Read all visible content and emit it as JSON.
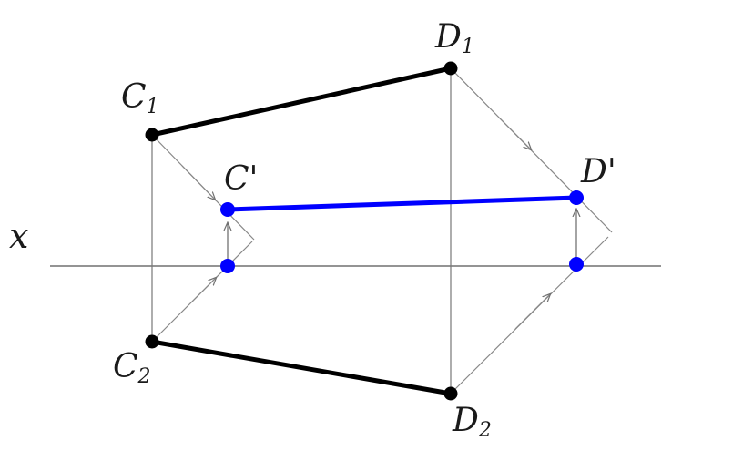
{
  "axis": {
    "label": "x"
  },
  "points": {
    "C1": {
      "base": "C",
      "sub": "1"
    },
    "D1": {
      "base": "D",
      "sub": "1"
    },
    "C2": {
      "base": "C",
      "sub": "2"
    },
    "D2": {
      "base": "D",
      "sub": "2"
    },
    "Cp": {
      "base": "C'"
    },
    "Dp": {
      "base": "D'"
    }
  },
  "colors": {
    "segment": "#000000",
    "projected": "#0000ff",
    "construction": "#808080"
  }
}
